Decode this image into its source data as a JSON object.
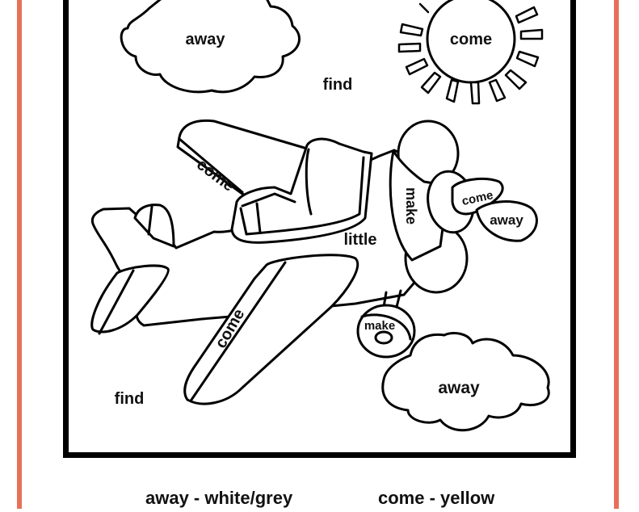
{
  "worksheet": {
    "border_colors": {
      "outer": "#E8705A",
      "inner": "#000000"
    },
    "words": {
      "cloud_top": "away",
      "sun": "come",
      "sky_find_top": "find",
      "wing_top": "come",
      "propeller_top": "make",
      "spinner": "come",
      "propeller_right": "away",
      "fuselage": "little",
      "wheel": "make",
      "wing_bottom": "come",
      "cloud_bottom": "away",
      "sky_find_bottom": "find"
    },
    "legend": [
      {
        "word": "away",
        "color": "white/grey",
        "label": "away - white/grey"
      },
      {
        "word": "come",
        "color": "yellow",
        "label": "come - yellow"
      }
    ]
  }
}
